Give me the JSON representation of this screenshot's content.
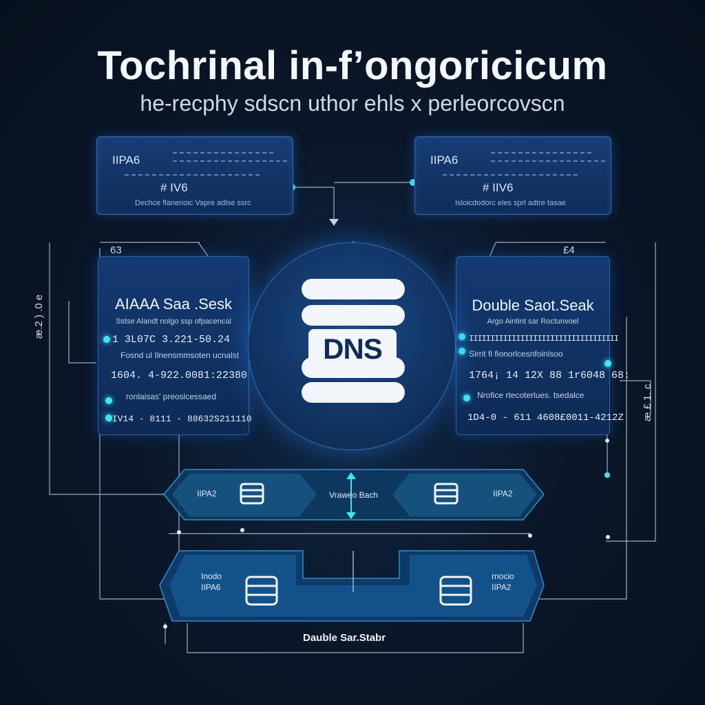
{
  "header": {
    "title": "Tochrinal in-f’ongoricicum",
    "subtitle": "he-recphy  sdscn uthor ehls x perleorcovscn"
  },
  "top_cards": [
    {
      "label": "IIPA6",
      "value": "#    IV6",
      "caption": "Dechce flanerioic Vapre adlse ssrc"
    },
    {
      "label": "IIPA6",
      "value": "#    IIV6",
      "caption": "Isloicdodorc eles sprl adtre tasae"
    }
  ],
  "left_panel": {
    "corner": "63",
    "title": "AIAAA Saa .Sesk",
    "subtitle": "Sstse Alandt nolgo ssp ofpacencal",
    "row1": "1  3L07C 3.221-50.24",
    "small1": "Fosnd ul Ilnensmmsoten ucnalst",
    "row2": "1604.  4-922.0081:22380",
    "small2": "ronlaisas' preoslcessaed",
    "row3": "IIV14 - 8111  -  88632S211110"
  },
  "right_panel": {
    "corner": "£4",
    "title": "Double Saot.Seak",
    "subtitle": "Argo Aintint sar Roctunvoel",
    "row1": "IIIIIIIIIIIIIIIIIIIIIIIIIIIIIIIIIII",
    "small1": "Sirrit fi fionorlcesnfoinlsoo",
    "row2": "1764¡  14  12X 88 1r6048 68:",
    "small2": "Nrofice rtecoterlues. tsedalce",
    "row3": "1D4-0 - 611   4608£0011-4212Z"
  },
  "center": {
    "logo_text": "DNS"
  },
  "band_upper": {
    "left": "IIPA2",
    "center": "Vraweo Bach",
    "right": "IIPA2"
  },
  "band_lower": {
    "left_top": "Inodo",
    "left": "IIPA6",
    "right_top": "rnocio",
    "right": "IIPA2"
  },
  "bottom_caption": "Dauble Sar.Stabr",
  "side_ticks": {
    "left": "æ.2  )  .0  e",
    "right": "æ   £  1.  c"
  },
  "colors": {
    "background": "#0b1426",
    "accent": "#3ee6f5",
    "panel": "#143a72",
    "border": "#2f6cb8"
  }
}
